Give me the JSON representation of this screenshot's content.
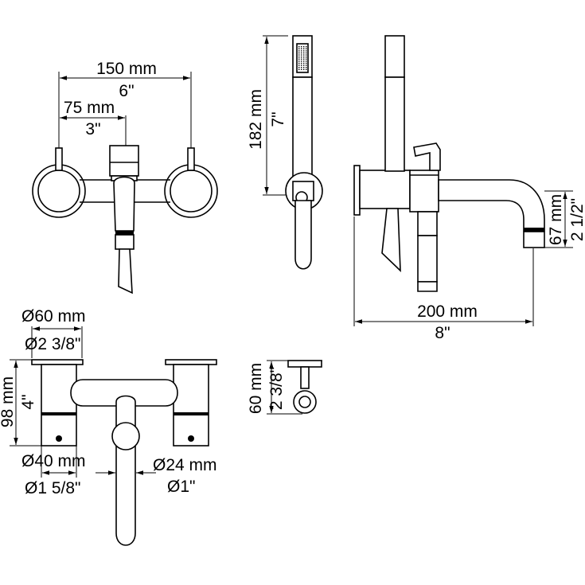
{
  "dimensions": {
    "width_mm": "150 mm",
    "width_in": "6\"",
    "spacing_mm": "75 mm",
    "spacing_in": "3\"",
    "handshower_mm": "182 mm",
    "handshower_in": "7\"",
    "spout_length_mm": "200 mm",
    "spout_length_in": "8\"",
    "spout_drop_mm": "67 mm",
    "spout_drop_in": "2 1/2\"",
    "flange_dia_mm": "Ø60 mm",
    "flange_dia_in": "Ø2 3/8\"",
    "body_height_mm": "98 mm",
    "body_height_in": "4\"",
    "valve_dia_mm": "Ø40 mm",
    "valve_dia_in": "Ø1 5/8\"",
    "spout_dia_mm": "Ø24 mm",
    "spout_dia_in": "Ø1\"",
    "holder_height_mm": "60 mm",
    "holder_height_in": "2 3/8\""
  }
}
